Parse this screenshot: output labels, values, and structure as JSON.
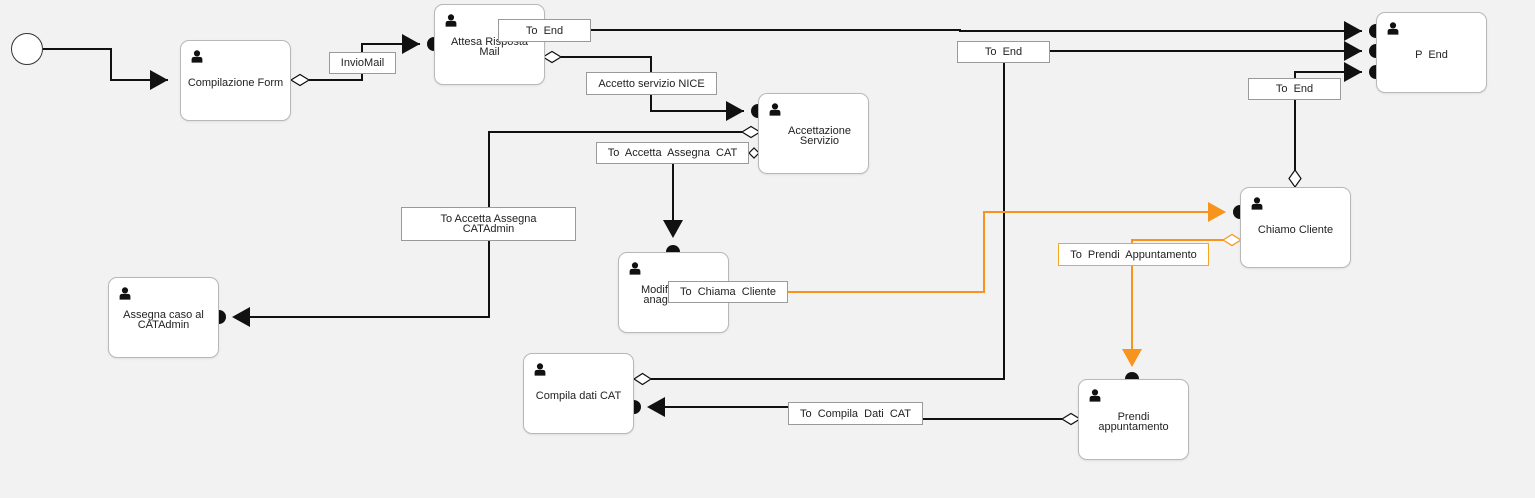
{
  "colors": {
    "edge": "#111111",
    "highlight": "#f7941d",
    "node_border": "#b8b8b8"
  },
  "icons": {
    "task": "user-icon"
  },
  "nodes": {
    "compilazione_form": "Compilazione Form",
    "attesa_risposta_mail": "Attesa Risposta\nMail",
    "accettazione_servizio": "Accettazione\nServizio",
    "p_end": "P  End",
    "chiamo_cliente": "Chiamo Cliente",
    "assegna_caso": "Assegna caso al\nCATAdmin",
    "modifica_anagrafica": "Modifi\nanag",
    "compila_dati_cat": "Compila dati CAT",
    "prendi_appuntamento": "Prendi\nappuntamento"
  },
  "edges": {
    "invio_mail": "InvioMail",
    "to_end_top": "To  End",
    "to_end_mid": "To  End",
    "to_end_right": "To  End",
    "accetto_servizio_nice": "Accetto servizio NICE",
    "to_accetta_assegna_cat": "To  Accetta  Assegna  CAT",
    "to_accetta_assegna_catadmin": "To Accetta Assegna\nCATAdmin",
    "to_chiama_cliente": "To  Chiama  Cliente",
    "to_prendi_appuntamento": "To  Prendi  Appuntamento",
    "to_compila_dati_cat": "To  Compila  Dati  CAT"
  }
}
